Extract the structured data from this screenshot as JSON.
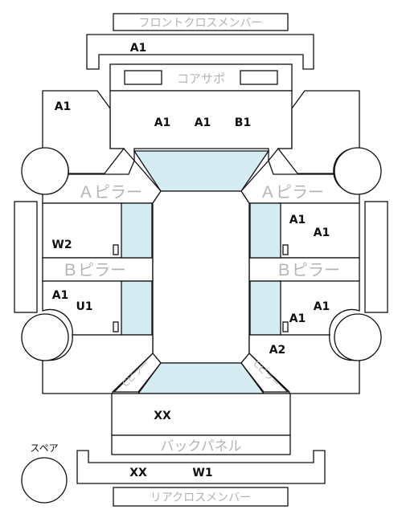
{
  "labels": {
    "front_cross_member": "フロントクロスメンバー",
    "core_support": "コアサポ",
    "a_pillar_left": "Ａピラー",
    "a_pillar_right": "Ａピラー",
    "b_pillar_left": "Ｂピラー",
    "b_pillar_right": "Ｂピラー",
    "back_panel": "バックパネル",
    "rear_cross_member": "リアクロスメンバー",
    "spare": "スペア",
    "c_pillar_left": "Cピラー",
    "c_pillar_right": "Cピラー"
  },
  "codes": {
    "front_cross_member": "A1",
    "left_front_fender": "A1",
    "hood_1": "A1",
    "hood_2": "A1",
    "hood_3": "B1",
    "right_front_door_1": "A1",
    "right_front_door_2": "A1",
    "left_front_door": "W2",
    "left_rear_door_1": "A1",
    "left_rear_door_2": "U1",
    "right_rear_door_1": "A1",
    "right_rear_door_2": "A1",
    "right_rear_fender": "A2",
    "trunk": "XX",
    "rear_cross_member_1": "XX",
    "rear_cross_member_2": "W1"
  }
}
